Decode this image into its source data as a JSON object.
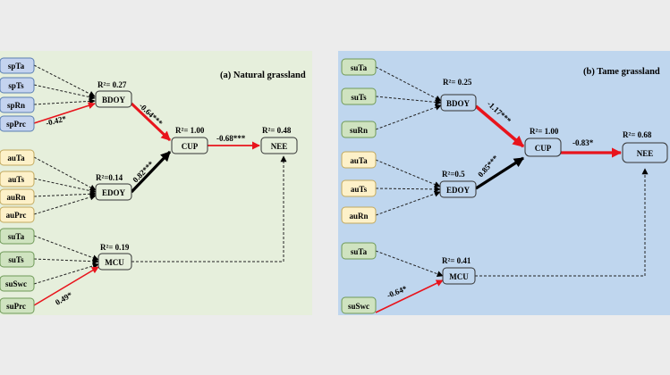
{
  "panel_a": {
    "title": "(a) Natural grassland",
    "nodes": {
      "spTa": "spTa",
      "spTs": "spTs",
      "spRn": "spRn",
      "spPrc": "spPrc",
      "auTa": "auTa",
      "auTs": "auTs",
      "auRn": "auRn",
      "auPrc": "auPrc",
      "suTa": "suTa",
      "suTs": "suTs",
      "suSwc": "suSwc",
      "suPrc": "suPrc",
      "BDOY": "BDOY",
      "EDOY": "EDOY",
      "MCU": "MCU",
      "CUP": "CUP",
      "NEE": "NEE"
    },
    "r2": {
      "BDOY": "R²= 0.27",
      "EDOY": "R²=0.14",
      "MCU": "R²= 0.19",
      "CUP": "R²= 1.00",
      "NEE": "R²= 0.48"
    },
    "coefficients": {
      "spPrc_BDOY": "-0.42*",
      "BDOY_CUP": "-0.64***",
      "EDOY_CUP": "0.82***",
      "CUP_NEE": "-0.68***",
      "suPrc_MCU": "0.49*"
    }
  },
  "panel_b": {
    "title": "(b) Tame grassland",
    "nodes": {
      "suTa1": "suTa",
      "suTs": "suTs",
      "suRn": "suRn",
      "auTa": "auTa",
      "auTs": "auTs",
      "auRn": "auRn",
      "suTa2": "suTa",
      "suSwc": "suSwc",
      "BDOY": "BDOY",
      "EDOY": "EDOY",
      "MCU": "MCU",
      "CUP": "CUP",
      "NEE": "NEE"
    },
    "r2": {
      "BDOY": "R²= 0.25",
      "EDOY": "R²=0.5",
      "MCU": "R²= 0.41",
      "CUP": "R²= 1.00",
      "NEE": "R²= 0.68"
    },
    "coefficients": {
      "BDOY_CUP": "-1.17***",
      "EDOY_CUP": "0.85***",
      "CUP_NEE": "-0.83*",
      "suSwc_MCU": "-0.64*"
    }
  },
  "colors": {
    "panel_a_bg": "#e6efdc",
    "panel_b_bg": "#bfd6ee",
    "spring_box": "#c4d3ef",
    "autumn_box": "#fdf1c9",
    "summer_box": "#cfe3c0",
    "negative_path": "#e8141c",
    "positive_path": "#000000"
  }
}
